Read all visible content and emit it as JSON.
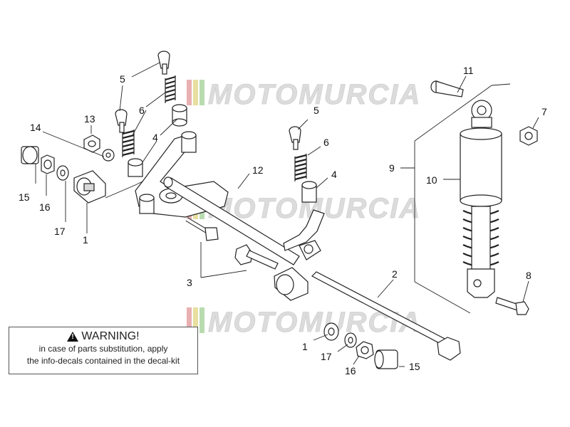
{
  "watermark": {
    "text": "MOTOMURCIA",
    "stripe_colors": [
      "#e8b0b0",
      "#e8dfa0",
      "#b8dcb0"
    ]
  },
  "callouts": {
    "n1a": "1",
    "n1b": "1",
    "n2": "2",
    "n3": "3",
    "n4a": "4",
    "n4b": "4",
    "n5a": "5",
    "n5b": "5",
    "n6a": "6",
    "n6b": "6",
    "n7": "7",
    "n8": "8",
    "n9": "9",
    "n10": "10",
    "n11": "11",
    "n12": "12",
    "n13": "13",
    "n14": "14",
    "n15a": "15",
    "n15b": "15",
    "n16a": "16",
    "n16b": "16",
    "n17a": "17",
    "n17b": "17"
  },
  "warning": {
    "icon": "warning-triangle-icon",
    "title": "WARNING!",
    "line1": "in case of parts substitution, apply",
    "line2": "the info-decals contained in the decal-kit"
  }
}
